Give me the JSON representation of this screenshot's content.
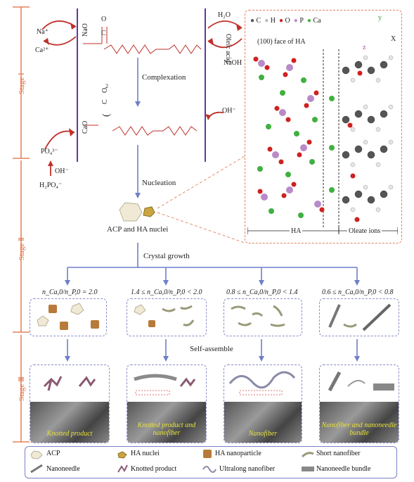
{
  "stages": {
    "s1": "Stage Ⅰ",
    "s2": "Stage Ⅱ",
    "s3": "Stage Ⅲ"
  },
  "ions": {
    "na": "Na⁺",
    "ca": "Ca²⁺",
    "h2o": "H₂O",
    "naoh": "NaOH",
    "oh": "OH⁻",
    "po4": "PO₄³⁻",
    "oh2": "OH⁻",
    "h2po4": "H₂PO₄⁻"
  },
  "molecules": {
    "oleic_acid": "Oleic acid",
    "nao": "NaO",
    "c_top": "C",
    "o_top": "O",
    "cao": "CaO",
    "c_mid": "C",
    "o_mid": "O",
    "sub2": "2"
  },
  "process": {
    "complexation": "Complexation",
    "nucleation": "Nucleation",
    "acp_ha": "ACP and HA nuclei",
    "crystal_growth": "Crystal growth",
    "self_assemble": "Self-assemble"
  },
  "conditions": [
    "n_Ca,0/n_P,0 = 2.0",
    "1.4 ≤ n_Ca,0/n_P,0 < 2.0",
    "0.8 ≤ n_Ca,0/n_P,0 < 1.4",
    "0.6 ≤ n_Ca,0/n_P,0 < 0.8"
  ],
  "sem_labels": [
    "Knotted product",
    "Knotted product and nanofiber",
    "Nanofiber",
    "Nanofiber and nanoneedle bundle"
  ],
  "inset": {
    "legend": [
      "C",
      "H",
      "O",
      "P",
      "Ca"
    ],
    "face": "(100) face of HA",
    "ha": "HA",
    "oleate": "Oleate ions",
    "axis_y": "y",
    "axis_x": "X",
    "axis_z": "z"
  },
  "legend": {
    "acp": "ACP",
    "ha_nuclei": "HA nuclei",
    "ha_np": "HA nanoparticle",
    "short_nf": "Short nanofiber",
    "needle": "Nanoneedle",
    "knotted": "Knotted product",
    "ultralong": "Ultralong nanofiber",
    "bundle": "Nanoneedle bundle"
  },
  "colors": {
    "arrow_blue": "#6f7fc8",
    "red": "#c0302a",
    "stage": "#e06a3a",
    "purple": "#5b3a9a",
    "sem_text": "#e8e23a"
  }
}
